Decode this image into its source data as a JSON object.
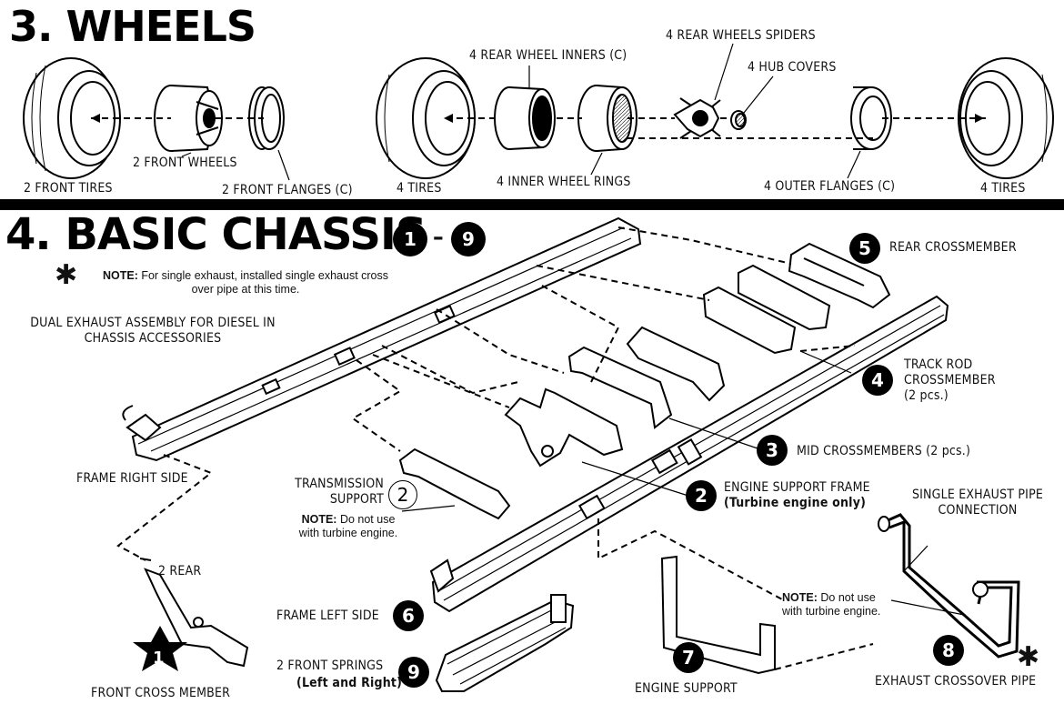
{
  "sections": {
    "wheels": {
      "title": "3. WHEELS",
      "labels": {
        "front_tires": "2 FRONT TIRES",
        "front_wheels": "2 FRONT WHEELS",
        "front_flanges": "2 FRONT FLANGES (C)",
        "tires_left": "4 TIRES",
        "rear_wheel_inners": "4 REAR WHEEL INNERS (C)",
        "rear_wheels_spiders": "4 REAR WHEELS SPIDERS",
        "hub_covers": "4 HUB COVERS",
        "inner_wheel_rings": "4 INNER WHEEL RINGS",
        "outer_flanges": "4 OUTER FLANGES (C)",
        "tires_right": "4 TIRES"
      }
    },
    "chassis": {
      "title": "4. BASIC CHASSIS",
      "step_start": "1",
      "step_dash": "–",
      "step_end": "9",
      "note_exhaust_prefix": "NOTE:",
      "note_exhaust_text": "For single exhaust, installed single exhaust cross over pipe at this time.",
      "dual_exhaust_text": "DUAL EXHAUST ASSEMBLY FOR DIESEL IN CHASSIS ACCESSORIES",
      "labels": {
        "rear_crossmember": "REAR CROSSMEMBER",
        "track_rod_crossmember": "TRACK ROD CROSSMEMBER (2 pcs.)",
        "mid_crossmembers": "MID CROSSMEMBERS (2 pcs.)",
        "engine_support_frame": "ENGINE SUPPORT FRAME",
        "turbine_only": "(Turbine engine only)",
        "frame_right_side": "FRAME RIGHT SIDE",
        "transmission_support": "TRANSMISSION SUPPORT",
        "note_prefix": "NOTE:",
        "note_turbine_1": "Do not use",
        "note_turbine_2": "with turbine engine.",
        "single_exhaust": "SINGLE EXHAUST PIPE CONNECTION",
        "two_rear": "2 REAR",
        "frame_left_side": "FRAME LEFT SIDE",
        "front_springs": "2 FRONT SPRINGS",
        "left_and_right": "(Left and Right)",
        "engine_support": "ENGINE SUPPORT",
        "exhaust_crossover": "EXHAUST CROSSOVER PIPE",
        "front_cross_member": "FRONT CROSS MEMBER"
      },
      "steps": {
        "s1": "1",
        "s2": "2",
        "s2b": "2",
        "s3": "3",
        "s4": "4",
        "s5": "5",
        "s6": "6",
        "s7": "7",
        "s8": "8",
        "s9": "9"
      }
    }
  }
}
